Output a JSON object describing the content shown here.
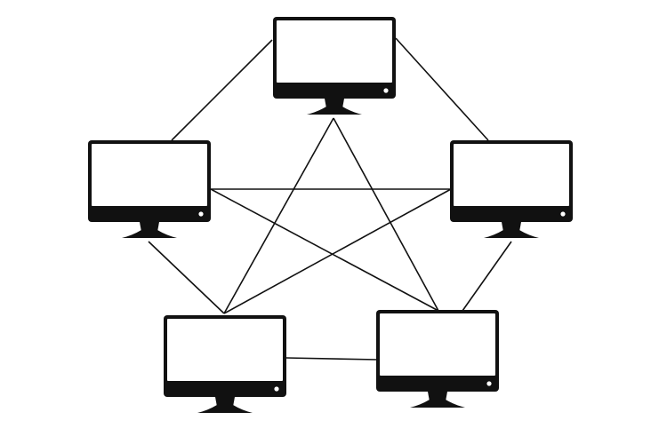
{
  "diagram": {
    "type": "mesh-network",
    "node_icon": "desktop-monitor-icon",
    "colors": {
      "background": "#ffffff",
      "foreground": "#111111"
    },
    "nodes": [
      {
        "id": "top"
      },
      {
        "id": "left"
      },
      {
        "id": "right"
      },
      {
        "id": "bottom-left"
      },
      {
        "id": "bottom-right"
      }
    ],
    "links": [
      {
        "from": "top",
        "to": "left"
      },
      {
        "from": "top",
        "to": "right"
      },
      {
        "from": "left",
        "to": "bottom-left"
      },
      {
        "from": "right",
        "to": "bottom-right"
      },
      {
        "from": "bottom-left",
        "to": "bottom-right"
      },
      {
        "from": "top",
        "to": "bottom-left"
      },
      {
        "from": "top",
        "to": "bottom-right"
      },
      {
        "from": "left",
        "to": "right"
      },
      {
        "from": "left",
        "to": "bottom-right"
      },
      {
        "from": "right",
        "to": "bottom-left"
      }
    ]
  }
}
